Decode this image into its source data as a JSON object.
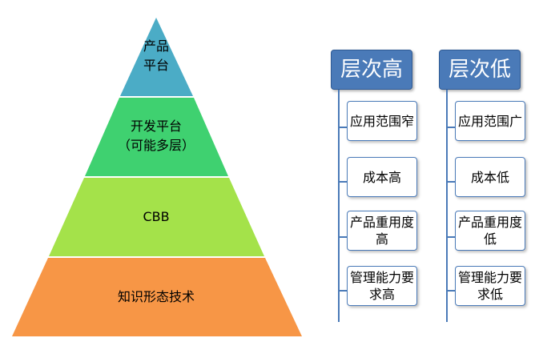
{
  "pyramid": {
    "tiers": [
      {
        "label": "产品\n平台",
        "color": "#4bacc6"
      },
      {
        "label": "开发平台\n（可能多层）",
        "color": "#3fd170"
      },
      {
        "label": "CBB",
        "color": "#a4e24a"
      },
      {
        "label": "知识形态技术",
        "color": "#f79646"
      }
    ]
  },
  "columns": [
    {
      "header": "层次高",
      "items": [
        "应用范围窄",
        "成本高",
        "产品重用度高",
        "管理能力要求高"
      ]
    },
    {
      "header": "层次低",
      "items": [
        "应用范围广",
        "成本低",
        "产品重用度低",
        "管理能力要求低"
      ]
    }
  ]
}
